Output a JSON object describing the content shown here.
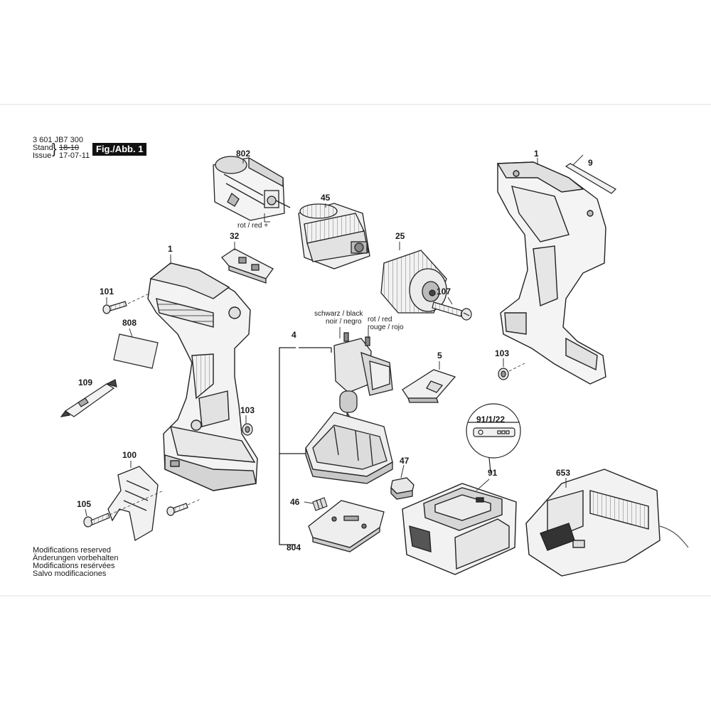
{
  "header": {
    "part_number": "3 601 JB7 300",
    "stand_label": "Stand",
    "stand_value": "18-10",
    "issue_label": "Issue",
    "issue_value": "17-07-11",
    "figure_badge": "Fig./Abb. 1"
  },
  "parts": {
    "p802": "802",
    "p45": "45",
    "p25": "25",
    "p32": "32",
    "p1_left": "1",
    "p1_right": "1",
    "p9": "9",
    "p101": "101",
    "p107": "107",
    "p808": "808",
    "p4": "4",
    "p103_left": "103",
    "p103_right": "103",
    "p109": "109",
    "p5": "5",
    "p100": "100",
    "p47": "47",
    "p46": "46",
    "p105": "105",
    "p804": "804",
    "p91_1_22": "91/1/22",
    "p91": "91",
    "p653": "653"
  },
  "wire_labels": {
    "motor_red": "rot / red +",
    "black_line1": "schwarz / black",
    "black_line2": "noir / negro",
    "red_line1": "rot / red",
    "red_line2": "rouge / rojo"
  },
  "footer": {
    "line1": "Modifications reserved",
    "line2": "Änderungen vorbehalten",
    "line3": "Modifications resérvées",
    "line4": "Salvo modificaciones"
  }
}
